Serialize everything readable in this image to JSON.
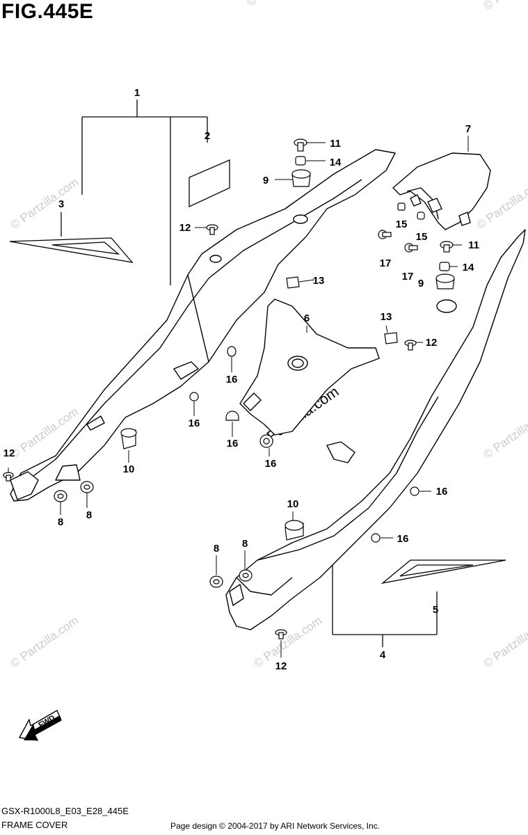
{
  "header": {
    "figure_id": "FIG.445E"
  },
  "callouts": [
    "1",
    "2",
    "3",
    "4",
    "5",
    "6",
    "7",
    "8",
    "9",
    "10",
    "11",
    "12",
    "13",
    "14",
    "15",
    "16",
    "17"
  ],
  "direction_badge": "FWD",
  "watermark": {
    "text": "© Partzilla.com",
    "center_text": "Partzilla.com"
  },
  "footer": {
    "model_code": "GSX-R1000L8_E03_E28_445E",
    "section_name": "FRAME COVER",
    "copyright": "Page design © 2004-2017 by ARI Network Services, Inc."
  }
}
